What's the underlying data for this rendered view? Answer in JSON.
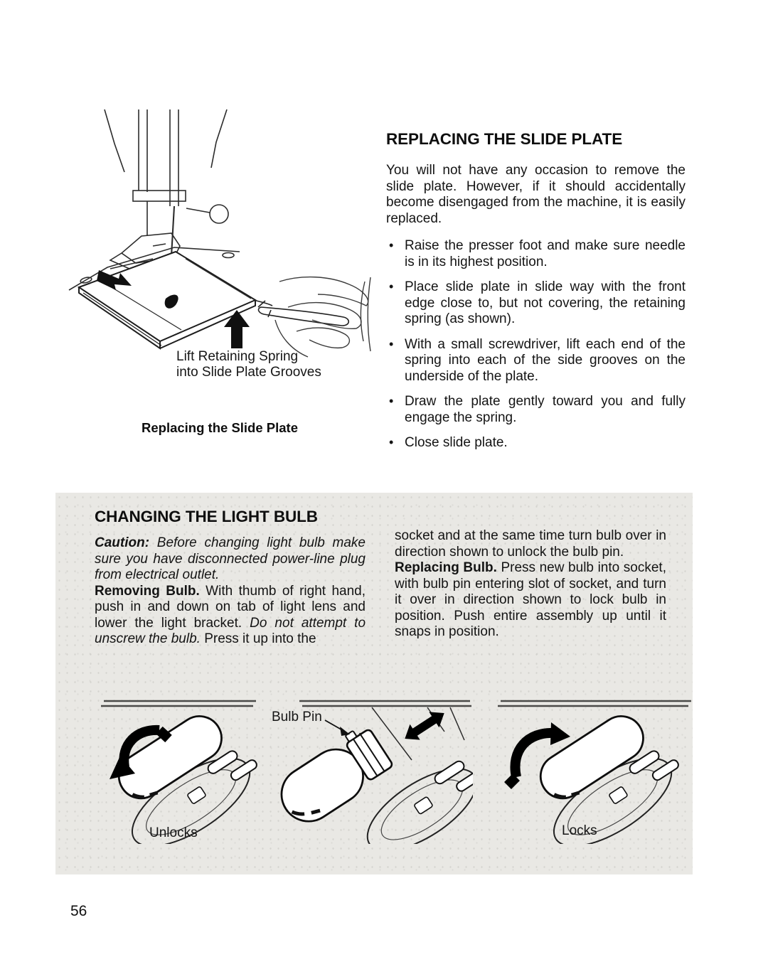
{
  "page": {
    "number": "56",
    "paper_color": "#ffffff",
    "ink_color": "#141414",
    "panel_color": "#e9e8e4"
  },
  "slide_plate_section": {
    "heading": "REPLACING THE SLIDE PLATE",
    "intro": "You will not have any occasion to remove the slide plate. However, if it should accidentally become disengaged from the machine, it is easily replaced.",
    "bullets": [
      "Raise the presser foot and make sure needle is in its highest position.",
      "Place slide plate in slide way with the front edge close to, but not covering, the retain­ing spring (as shown).",
      "With a small screwdriver, lift each end of the spring into each of the side grooves on the underside of the plate.",
      "Draw the plate gently toward you and fully engage the spring.",
      "Close slide plate."
    ],
    "figure": {
      "annotation_line1": "Lift Retaining Spring",
      "annotation_line2": "into Slide Plate Grooves",
      "caption": "Replacing the Slide Plate"
    }
  },
  "light_bulb_section": {
    "heading": "CHANGING THE LIGHT BULB",
    "caution_label": "Caution:",
    "caution_text": " Before changing light bulb make sure you have disconnected power-line plug from electrical outlet.",
    "removing_label": "Removing Bulb.",
    "removing_text": " With thumb of right hand, push in and down on tab of light lens and lower the light bracket. ",
    "removing_italic": "Do not attempt to unscrew the bulb.",
    "removing_tail": " Press it up into the",
    "continuation": "socket and at the same time turn bulb over in direction shown to unlock the bulb pin.",
    "replacing_label": "Replacing Bulb.",
    "replacing_text": " Press new bulb into socket, with bulb pin entering slot of socket, and turn it over in direction shown to lock bulb in position. Push entire as­sembly up until it snaps in position.",
    "figures": {
      "unlocks_label": "Unlocks",
      "bulb_pin_label": "Bulb Pin",
      "locks_label": "Locks"
    }
  }
}
